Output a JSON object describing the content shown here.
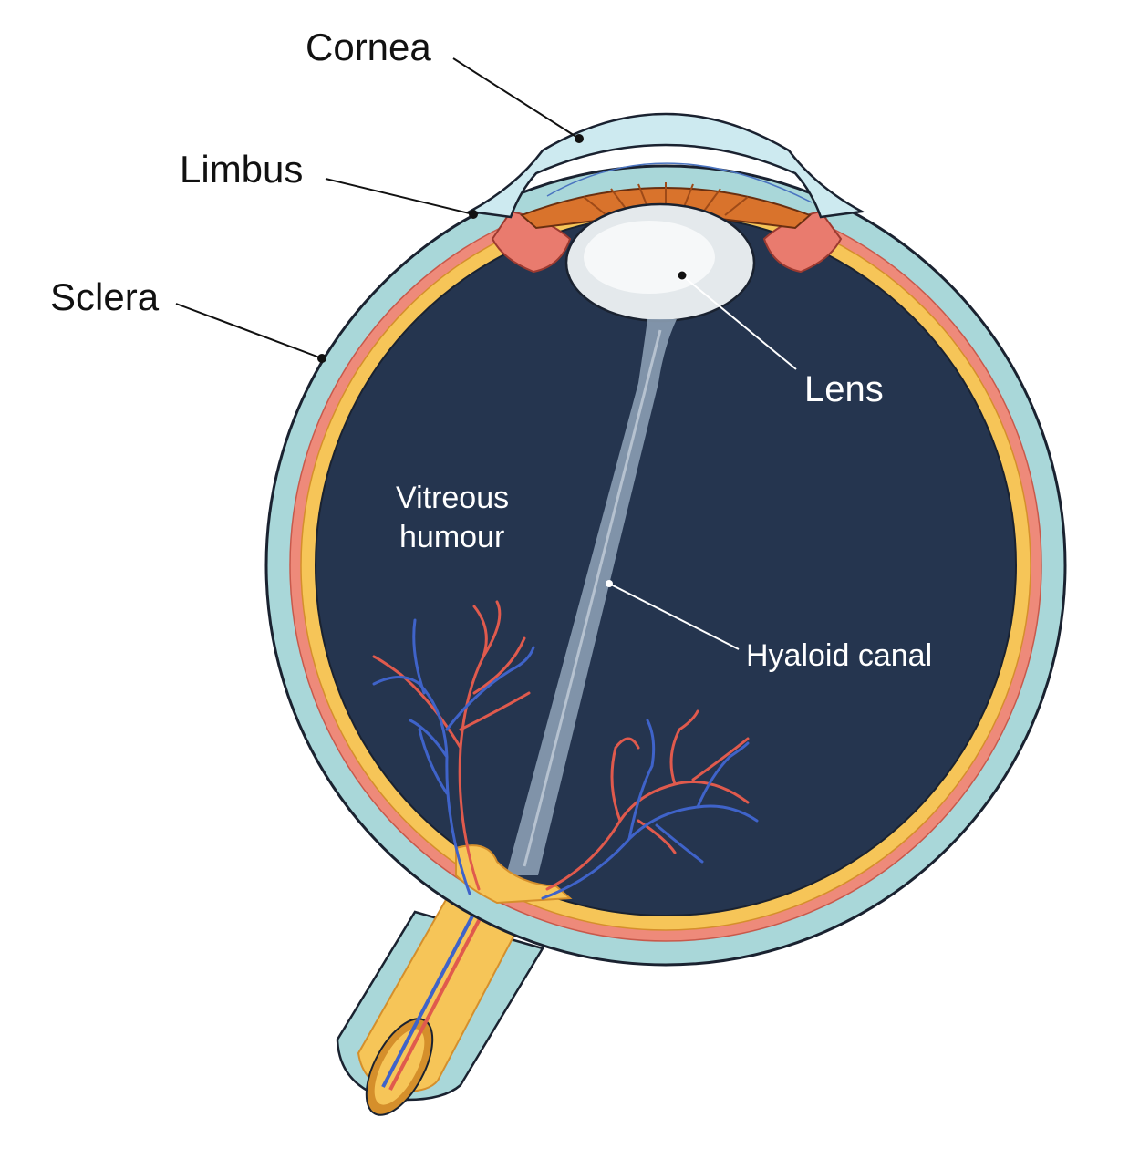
{
  "labels": {
    "cornea": "Cornea",
    "limbus": "Limbus",
    "sclera": "Sclera",
    "lens": "Lens",
    "vitreous_line1": "Vitreous",
    "vitreous_line2": "humour",
    "hyaloid_canal": "Hyaloid canal"
  },
  "colors": {
    "sclera": "#a9d7d9",
    "choroid": "#ee8a7a",
    "retina": "#f6c558",
    "vitreous": "#25354f",
    "iris": "#d9732c",
    "lens": "#e4e9ec",
    "cornea": "#cdeaf0",
    "hyaloid": "#8b9db3",
    "artery": "#e05a4d",
    "vein": "#3f63c9",
    "outline": "#1a2230"
  }
}
